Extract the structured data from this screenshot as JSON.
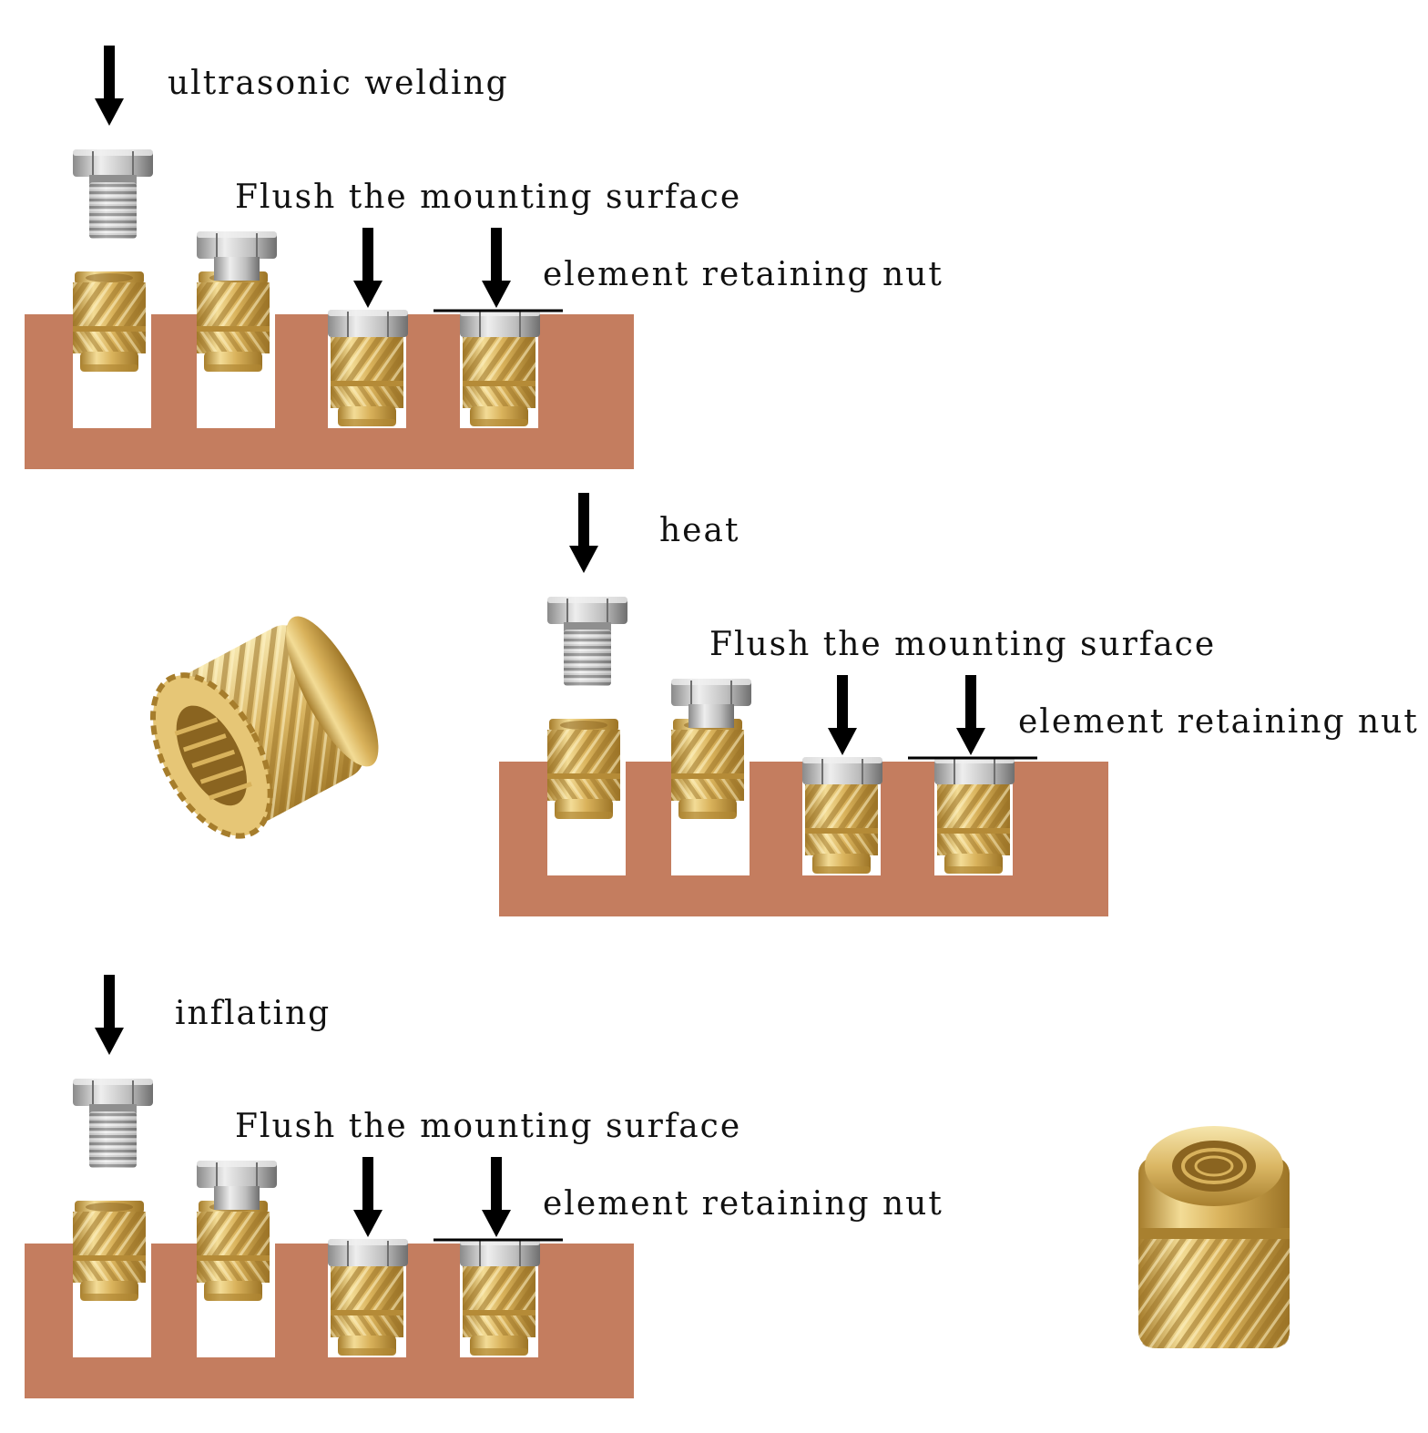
{
  "colors": {
    "substrate": "#c47d5f",
    "brass_light": "#f3dc96",
    "brass_mid": "#d9b25b",
    "brass_dark": "#a67d2c",
    "steel_light": "#e6e6e6",
    "steel_dark": "#7a7a7a",
    "arrow": "#000000"
  },
  "icons": [
    "down-arrow-icon",
    "screw-icon",
    "brass-insert-icon",
    "hex-bolt-head-icon"
  ],
  "panels": [
    {
      "method": "ultrasonic welding",
      "flush_label": "Flush the mounting surface",
      "nut_label": "element retaining nut"
    },
    {
      "method": "heat",
      "flush_label": "Flush the mounting surface",
      "nut_label": "element retaining nut"
    },
    {
      "method": "inflating",
      "flush_label": "Flush the mounting surface",
      "nut_label": "element retaining nut"
    }
  ]
}
